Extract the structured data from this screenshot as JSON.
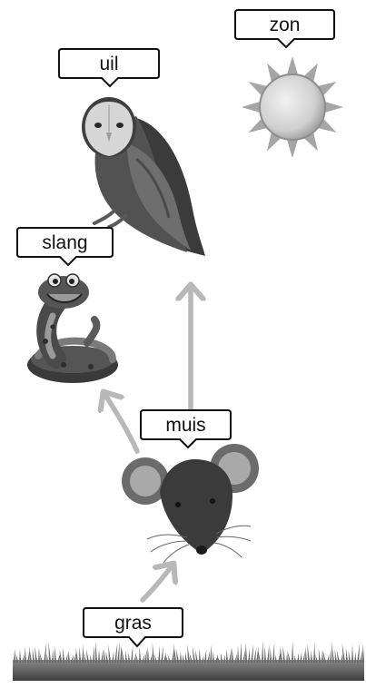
{
  "labels": {
    "sun": "zon",
    "owl": "uil",
    "snake": "slang",
    "mouse": "muis",
    "grass": "gras"
  },
  "icons": {
    "sun": "sun-icon",
    "owl": "owl-icon",
    "snake": "snake-icon",
    "mouse": "mouse-icon",
    "grass": "grass-icon"
  },
  "arrows": [
    {
      "from": "gras",
      "to": "muis"
    },
    {
      "from": "muis",
      "to": "slang"
    },
    {
      "from": "muis",
      "to": "uil"
    }
  ],
  "colors": {
    "arrow": "#b8b8b8",
    "dark": "#3a3a3a",
    "mid": "#7a7a7a",
    "light": "#c8c8c8",
    "sun_ray": "#a6a6a6"
  }
}
